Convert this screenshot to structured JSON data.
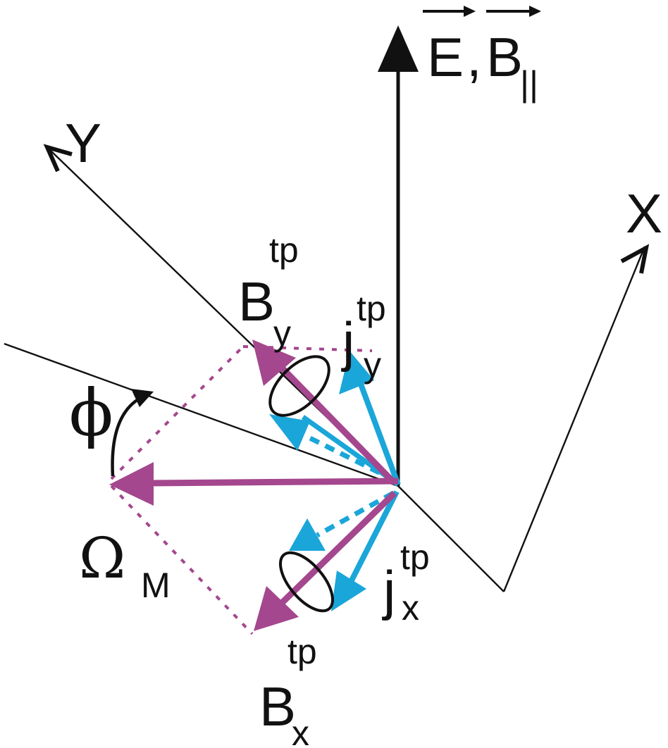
{
  "labels": {
    "y_axis": "Y",
    "x_axis": "X",
    "e_field": "E",
    "comma": ",",
    "b_field": "B",
    "b_parallel_sub": "||",
    "by_base": "B",
    "by_sub": "y",
    "by_sup": "tp",
    "jy_base": "j",
    "jy_sub": "y",
    "jy_sup": "tp",
    "phi": "ϕ",
    "omega_base": "Ω",
    "omega_sub": "M",
    "jx_base": "j",
    "jx_sub": "x",
    "jx_sup": "tp",
    "bx_base": "B",
    "bx_sub": "x",
    "bx_sup": "tp"
  },
  "colors": {
    "axis": "#111111",
    "magnetization": "#a4478e",
    "current": "#1aa6d9",
    "background": "#ffffff"
  },
  "icons": {
    "vector_over_e": "right-arrow-icon",
    "vector_over_b": "right-arrow-icon"
  }
}
